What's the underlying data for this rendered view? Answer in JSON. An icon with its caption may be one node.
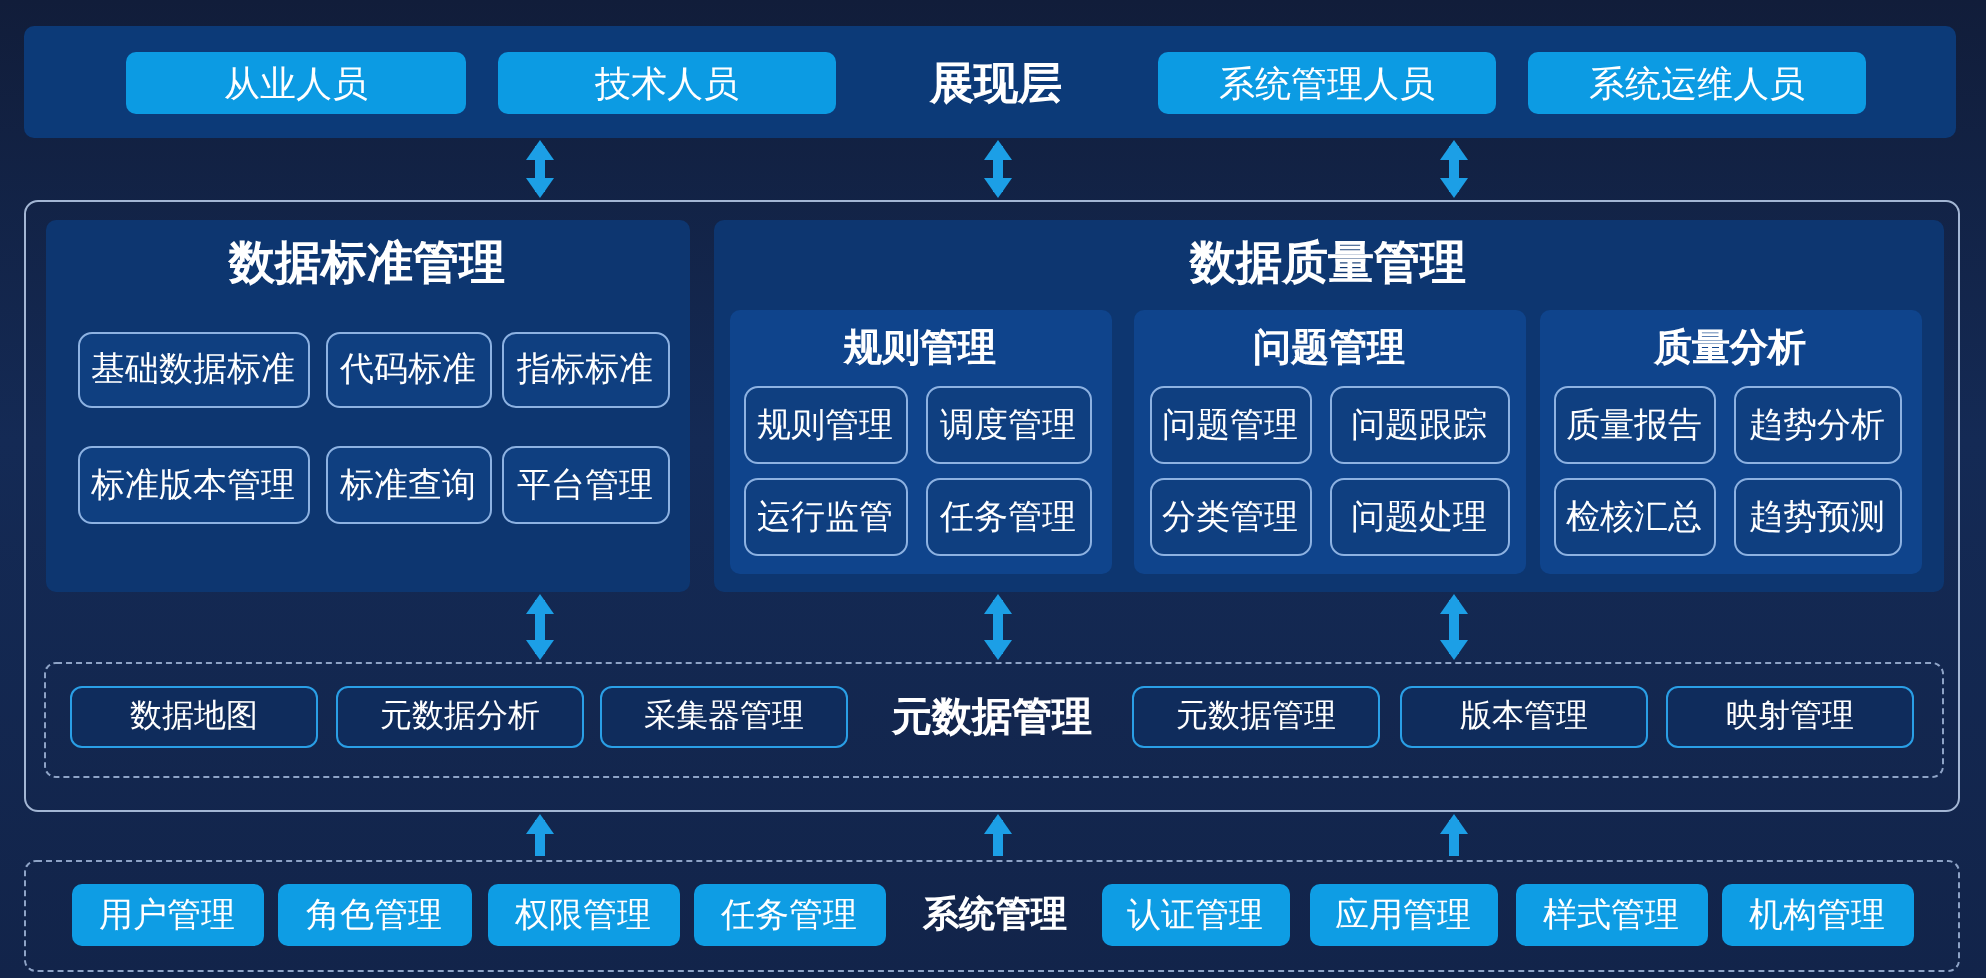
{
  "diagram": {
    "nodes": [
      {
        "text": [
          "展现层"
        ]
      },
      {
        "text": [
          "从业人员"
        ],
        "in": 0
      },
      {
        "text": [
          "技术人员"
        ],
        "in": 0
      },
      {
        "text": [
          "系统管理人员"
        ],
        "in": 0
      },
      {
        "text": [
          "系统运维人员"
        ],
        "in": 0
      },
      {
        "text": [],
        "shape": "box"
      },
      {
        "text": [
          "数据标准管理"
        ],
        "in": 5
      },
      {
        "text": [
          "基础数据标准"
        ],
        "in": 6
      },
      {
        "text": [
          "代码标准"
        ],
        "in": 6
      },
      {
        "text": [
          "指标标准"
        ],
        "in": 6
      },
      {
        "text": [
          "标准版本管理"
        ],
        "in": 6
      },
      {
        "text": [
          "标准查询"
        ],
        "in": 6
      },
      {
        "text": [
          "平台管理"
        ],
        "in": 6
      },
      {
        "text": [
          "数据质量管理"
        ],
        "in": 5
      },
      {
        "text": [
          "规则管理"
        ],
        "in": 13
      },
      {
        "text": [
          "规则管理"
        ],
        "in": 14
      },
      {
        "text": [
          "调度管理"
        ],
        "in": 14
      },
      {
        "text": [
          "运行监管"
        ],
        "in": 14
      },
      {
        "text": [
          "任务管理"
        ],
        "in": 14
      },
      {
        "text": [
          "问题管理"
        ],
        "in": 13
      },
      {
        "text": [
          "问题管理"
        ],
        "in": 19
      },
      {
        "text": [
          "问题跟踪"
        ],
        "in": 19
      },
      {
        "text": [
          "分类管理"
        ],
        "in": 19
      },
      {
        "text": [
          "问题处理"
        ],
        "in": 19
      },
      {
        "text": [
          "质量分析"
        ],
        "in": 13
      },
      {
        "text": [
          "质量报告"
        ],
        "in": 24
      },
      {
        "text": [
          "趋势分析"
        ],
        "in": 24
      },
      {
        "text": [
          "检核汇总"
        ],
        "in": 24
      },
      {
        "text": [
          "趋势预测"
        ],
        "in": 24
      },
      {
        "text": [
          "元数据管理"
        ],
        "in": 5
      },
      {
        "text": [
          "数据地图"
        ],
        "in": 29
      },
      {
        "text": [
          "元数据分析"
        ],
        "in": 29
      },
      {
        "text": [
          "采集器管理"
        ],
        "in": 29
      },
      {
        "text": [
          "元数据管理"
        ],
        "in": 29
      },
      {
        "text": [
          "版本管理"
        ],
        "in": 29
      },
      {
        "text": [
          "映射管理"
        ],
        "in": 29
      },
      {
        "text": [
          "系统管理"
        ]
      },
      {
        "text": [
          "用户管理"
        ],
        "in": 36
      },
      {
        "text": [
          "角色管理"
        ],
        "in": 36
      },
      {
        "text": [
          "权限管理"
        ],
        "in": 36
      },
      {
        "text": [
          "任务管理"
        ],
        "in": 36
      },
      {
        "text": [
          "认证管理"
        ],
        "in": 36
      },
      {
        "text": [
          "应用管理"
        ],
        "in": 36
      },
      {
        "text": [
          "样式管理"
        ],
        "in": 36
      },
      {
        "text": [
          "机构管理"
        ],
        "in": 36
      }
    ],
    "edges": [
      {
        "from": 0,
        "to": 5,
        "arrow": "both"
      },
      {
        "from": 0,
        "to": 5,
        "arrow": "both"
      },
      {
        "from": 0,
        "to": 5,
        "arrow": "both"
      },
      {
        "from": 6,
        "to": 29,
        "arrow": "both"
      },
      {
        "from": 13,
        "to": 29,
        "arrow": "both"
      },
      {
        "from": 13,
        "to": 29,
        "arrow": "both"
      },
      {
        "from": 36,
        "to": 5,
        "arrow": "to"
      },
      {
        "from": 36,
        "to": 5,
        "arrow": "to"
      },
      {
        "from": 36,
        "to": 5,
        "arrow": "to"
      }
    ]
  }
}
